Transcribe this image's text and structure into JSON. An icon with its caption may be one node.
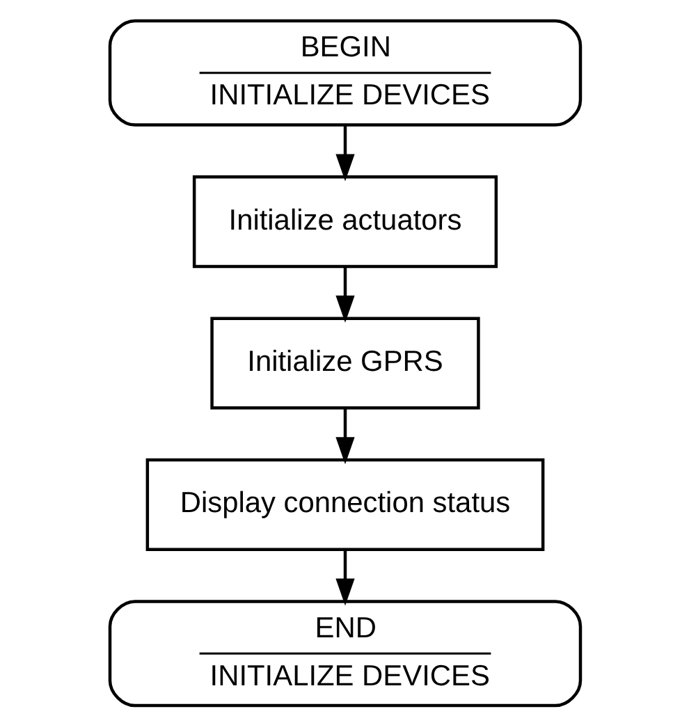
{
  "diagram": {
    "nodes": [
      {
        "text": [
          "BEGIN",
          "INITIALIZE DEVICES"
        ]
      },
      {
        "text": [
          "Initialize actuators"
        ]
      },
      {
        "text": [
          "Initialize GPRS"
        ]
      },
      {
        "text": [
          "Display connection status"
        ]
      },
      {
        "text": [
          "END",
          "INITIALIZE DEVICES"
        ]
      }
    ],
    "edges": [
      {
        "from": 0,
        "to": 1,
        "arrow": "to"
      },
      {
        "from": 1,
        "to": 2,
        "arrow": "to"
      },
      {
        "from": 2,
        "to": 3,
        "arrow": "to"
      },
      {
        "from": 3,
        "to": 4,
        "arrow": "to"
      }
    ]
  }
}
